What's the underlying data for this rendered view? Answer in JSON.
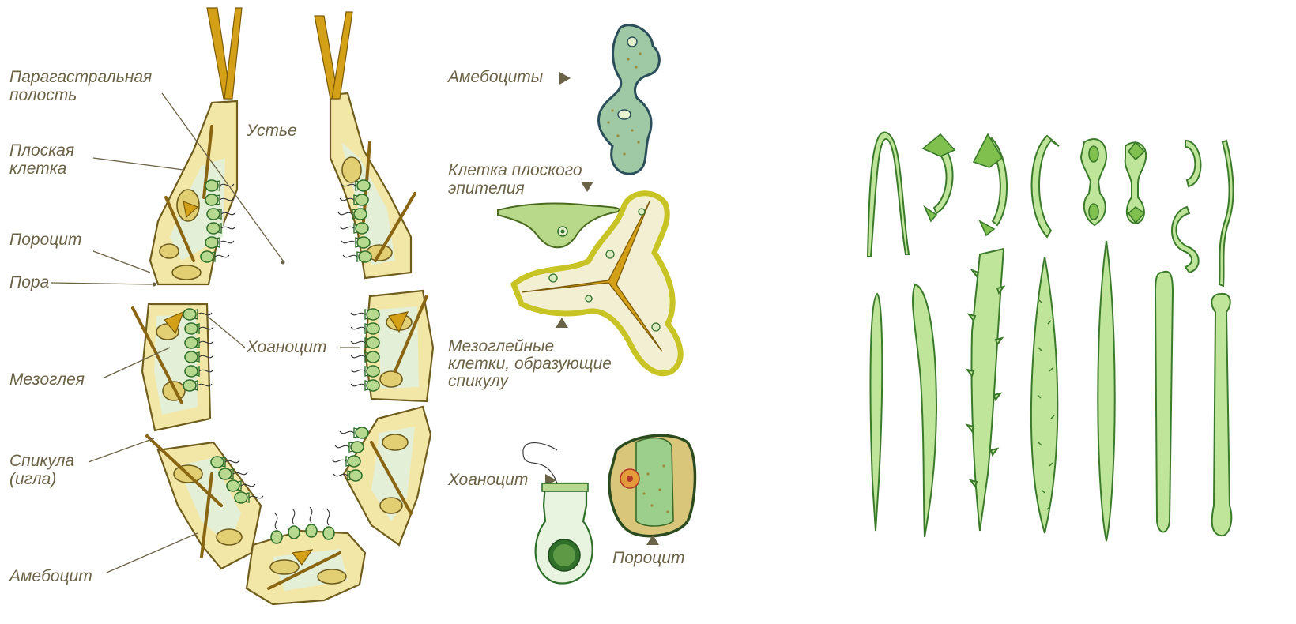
{
  "labels": {
    "paragastral": [
      "Парагастральная",
      "полость"
    ],
    "flat_cell": [
      "Плоская",
      "клетка"
    ],
    "porocyte_left": "Пороцит",
    "pore": "Пора",
    "mesoglea": "Мезоглея",
    "spicule": [
      "Спикула",
      "(игла)"
    ],
    "amoebocyte_left": "Амебоцит",
    "osculum": "Устье",
    "choanocyte_center": "Хоаноцит",
    "amoebocytes_panel": "Амебоциты",
    "flat_epithelium": [
      "Клетка плоского",
      "эпителия"
    ],
    "mesoglea_cells": [
      "Мезоглейные",
      "клетки, образующие",
      "спикулу"
    ],
    "choanocyte_panel": "Хоаноцит",
    "porocyte_panel": "Пороцит"
  },
  "icons": [
    "triangle-right-icon",
    "triangle-down-icon",
    "triangle-up-icon"
  ],
  "colors": {
    "label_text": "#6b6347",
    "wall_fill": "#f3e7a8",
    "spicule_gold": "#d4a017",
    "choanocyte_green": "#b7d98f",
    "spicule_green": "#bfe59a"
  }
}
